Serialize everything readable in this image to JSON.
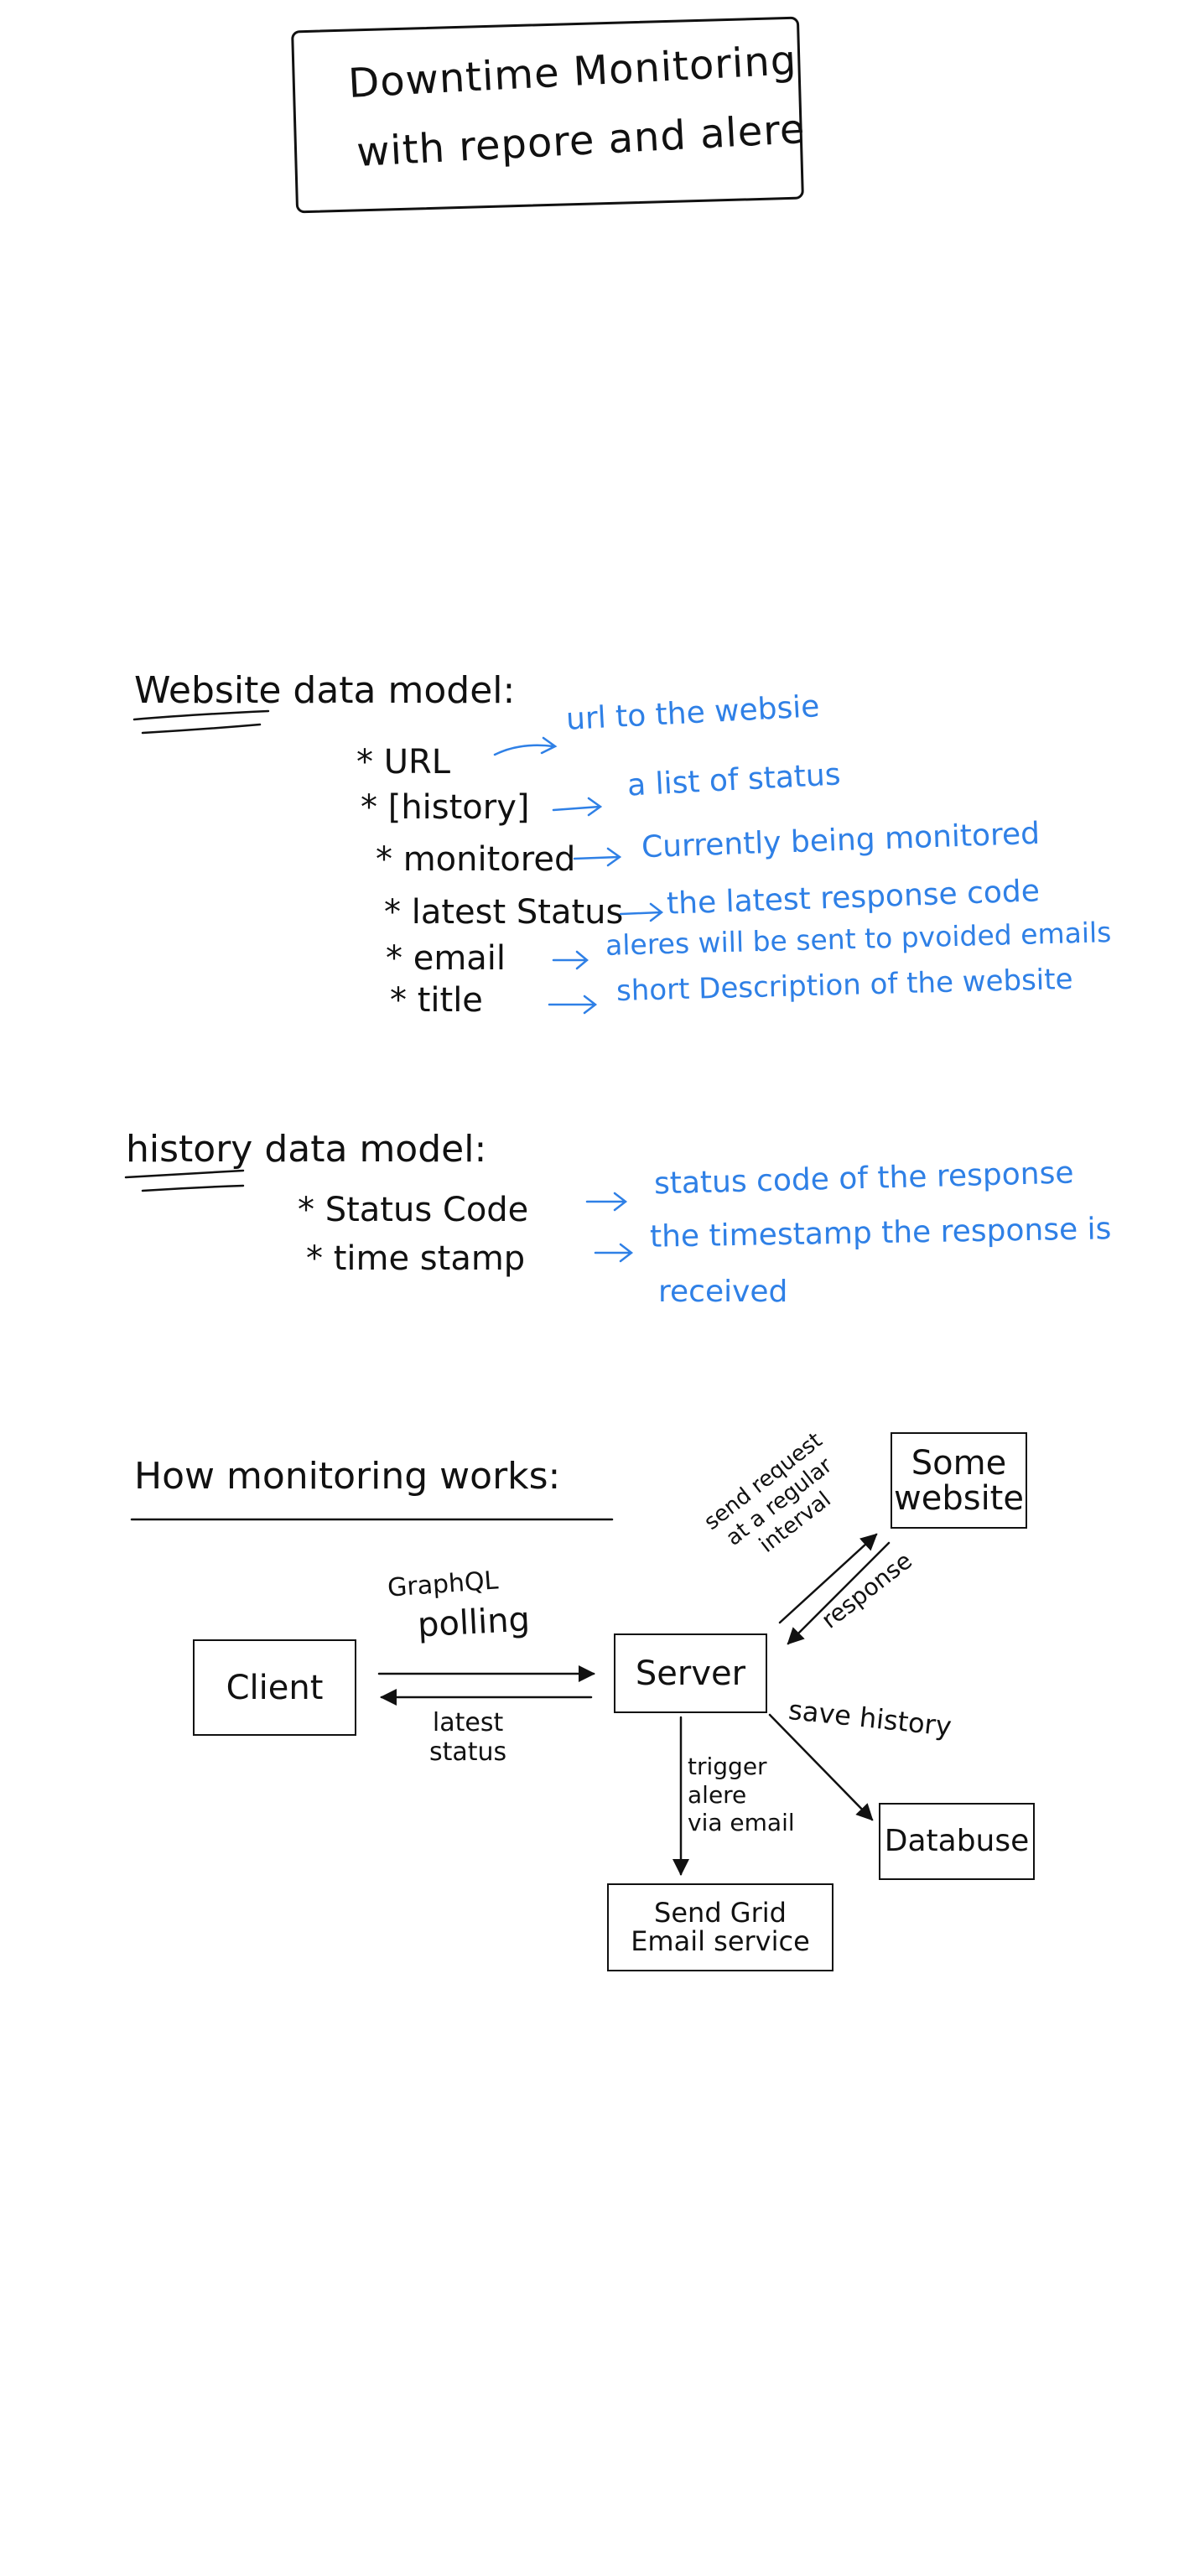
{
  "title": {
    "line1": "Downtime Monitoring",
    "line2": "with repore and alere"
  },
  "website_model": {
    "heading_underlined": "Website",
    "heading_rest": "data model:",
    "fields": [
      {
        "name": "* URL",
        "desc": "url to the websie"
      },
      {
        "name": "* [history]",
        "desc": "a list of status"
      },
      {
        "name": "* monitored",
        "desc": "Currently being monitored"
      },
      {
        "name": "* latest Status",
        "desc": "the latest response code"
      },
      {
        "name": "* email",
        "desc": "aleres will be sent to pvoided emails"
      },
      {
        "name": "* title",
        "desc": "short Description of the website"
      }
    ]
  },
  "history_model": {
    "heading_underlined": "history",
    "heading_rest": "data model:",
    "fields": [
      {
        "name": "* Status Code",
        "desc": "status code of the response"
      },
      {
        "name": "* time stamp",
        "desc": "the timestamp the response is"
      }
    ],
    "desc_continued": "received"
  },
  "monitoring": {
    "heading": "How monitoring works:",
    "boxes": {
      "client": "Client",
      "server": "Server",
      "website": "Some\nwebsite",
      "database": "Databuse",
      "sendgrid": "Send Grid\nEmail service"
    },
    "labels": {
      "graphql": "GraphQL",
      "polling": "polling",
      "latest_status": "latest\nstatus",
      "send_request": "send request\nat a regular\ninterval",
      "response": "response",
      "save_history": "save history",
      "trigger": "trigger\nalere\nvia email"
    }
  },
  "colors": {
    "ink": "#111111",
    "blue_ink": "#2f80e6"
  }
}
